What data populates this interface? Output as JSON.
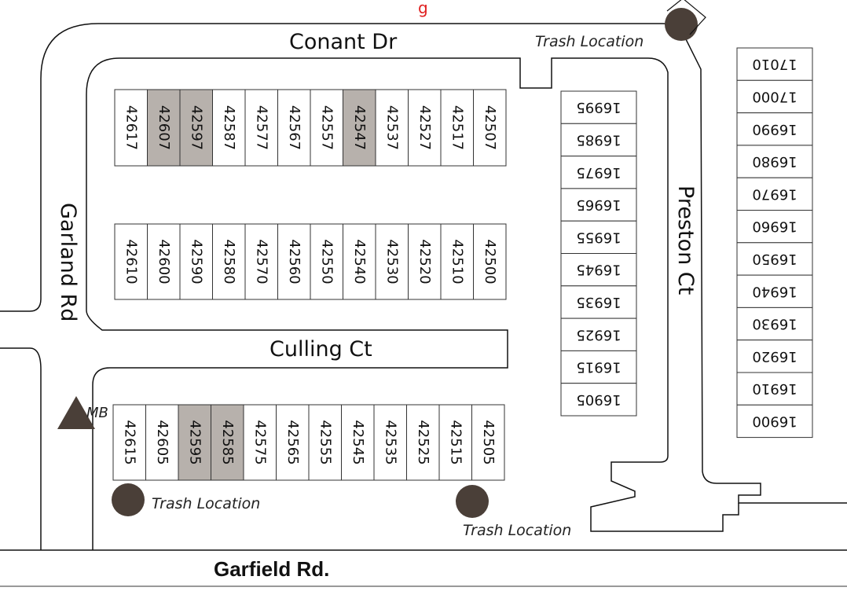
{
  "header_fragment": "g",
  "roads": {
    "conant": "Conant Dr",
    "garland": "Garland Rd",
    "culling": "Culling Ct",
    "preston": "Preston Ct",
    "garfield": "Garfield Rd."
  },
  "trash_label": "Trash Location",
  "mailbox_label": "MB",
  "colors": {
    "highlight": "#b7b1ac",
    "marker": "#4a3f38",
    "outline": "#111111",
    "header_text": "#e02020"
  },
  "rows": {
    "conant_row": [
      {
        "number": "42617",
        "highlighted": false
      },
      {
        "number": "42607",
        "highlighted": true
      },
      {
        "number": "42597",
        "highlighted": true
      },
      {
        "number": "42587",
        "highlighted": false
      },
      {
        "number": "42577",
        "highlighted": false
      },
      {
        "number": "42567",
        "highlighted": false
      },
      {
        "number": "42557",
        "highlighted": false
      },
      {
        "number": "42547",
        "highlighted": true
      },
      {
        "number": "42537",
        "highlighted": false
      },
      {
        "number": "42527",
        "highlighted": false
      },
      {
        "number": "42517",
        "highlighted": false
      },
      {
        "number": "42507",
        "highlighted": false
      }
    ],
    "culling_north_row": [
      {
        "number": "42610",
        "highlighted": false
      },
      {
        "number": "42600",
        "highlighted": false
      },
      {
        "number": "42590",
        "highlighted": false
      },
      {
        "number": "42580",
        "highlighted": false
      },
      {
        "number": "42570",
        "highlighted": false
      },
      {
        "number": "42560",
        "highlighted": false
      },
      {
        "number": "42550",
        "highlighted": false
      },
      {
        "number": "42540",
        "highlighted": false
      },
      {
        "number": "42530",
        "highlighted": false
      },
      {
        "number": "42520",
        "highlighted": false
      },
      {
        "number": "42510",
        "highlighted": false
      },
      {
        "number": "42500",
        "highlighted": false
      }
    ],
    "culling_south_row": [
      {
        "number": "42615",
        "highlighted": false
      },
      {
        "number": "42605",
        "highlighted": false
      },
      {
        "number": "42595",
        "highlighted": true
      },
      {
        "number": "42585",
        "highlighted": true
      },
      {
        "number": "42575",
        "highlighted": false
      },
      {
        "number": "42565",
        "highlighted": false
      },
      {
        "number": "42555",
        "highlighted": false
      },
      {
        "number": "42545",
        "highlighted": false
      },
      {
        "number": "42535",
        "highlighted": false
      },
      {
        "number": "42525",
        "highlighted": false
      },
      {
        "number": "42515",
        "highlighted": false
      },
      {
        "number": "42505",
        "highlighted": false
      }
    ],
    "preston_west_col": [
      {
        "number": "16995",
        "highlighted": false
      },
      {
        "number": "16985",
        "highlighted": false
      },
      {
        "number": "16975",
        "highlighted": false
      },
      {
        "number": "16965",
        "highlighted": false
      },
      {
        "number": "16955",
        "highlighted": false
      },
      {
        "number": "16945",
        "highlighted": false
      },
      {
        "number": "16935",
        "highlighted": false
      },
      {
        "number": "16925",
        "highlighted": false
      },
      {
        "number": "16915",
        "highlighted": false
      },
      {
        "number": "16905",
        "highlighted": false
      }
    ],
    "preston_east_col": [
      {
        "number": "17010",
        "highlighted": false
      },
      {
        "number": "17000",
        "highlighted": false
      },
      {
        "number": "16990",
        "highlighted": false
      },
      {
        "number": "16980",
        "highlighted": false
      },
      {
        "number": "16970",
        "highlighted": false
      },
      {
        "number": "16960",
        "highlighted": false
      },
      {
        "number": "16950",
        "highlighted": false
      },
      {
        "number": "16940",
        "highlighted": false
      },
      {
        "number": "16930",
        "highlighted": false
      },
      {
        "number": "16920",
        "highlighted": false
      },
      {
        "number": "16910",
        "highlighted": false
      },
      {
        "number": "16900",
        "highlighted": false
      }
    ]
  }
}
